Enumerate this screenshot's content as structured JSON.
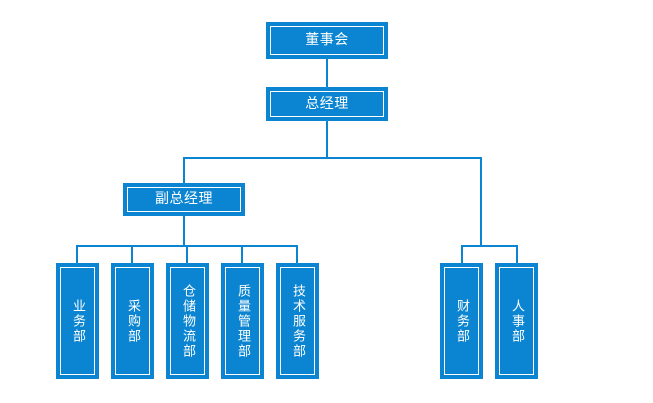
{
  "chart_data": {
    "type": "diagram",
    "diagram_type": "organizational-chart",
    "title": "",
    "accent_color": "#0b85d1",
    "text_color": "#ffffff",
    "background_color": "#ffffff",
    "orientation": "top-down",
    "levels": [
      {
        "level": 1,
        "nodes": [
          "董事会"
        ]
      },
      {
        "level": 2,
        "nodes": [
          "总经理"
        ]
      },
      {
        "level": 3,
        "nodes": [
          "副总经理"
        ]
      },
      {
        "level": 4,
        "nodes": [
          "业务部",
          "采购部",
          "仓储物流部",
          "质量管理部",
          "技术服务部",
          "财务部",
          "人事部"
        ]
      }
    ],
    "edges": [
      {
        "from": "董事会",
        "to": "总经理"
      },
      {
        "from": "总经理",
        "to": "副总经理"
      },
      {
        "from": "副总经理",
        "to": "业务部"
      },
      {
        "from": "副总经理",
        "to": "采购部"
      },
      {
        "from": "副总经理",
        "to": "仓储物流部"
      },
      {
        "from": "副总经理",
        "to": "质量管理部"
      },
      {
        "from": "副总经理",
        "to": "技术服务部"
      },
      {
        "from": "总经理",
        "to": "财务部"
      },
      {
        "from": "总经理",
        "to": "人事部"
      }
    ]
  },
  "nodes": {
    "board": {
      "label": "董事会"
    },
    "general_manager": {
      "label": "总经理"
    },
    "deputy_general_manager": {
      "label": "副总经理"
    },
    "business": {
      "label": "业务部"
    },
    "purchasing": {
      "label": "采购部"
    },
    "warehouse_logistics": {
      "label": "仓储物流部"
    },
    "quality_management": {
      "label": "质量管理部"
    },
    "technical_service": {
      "label": "技术服务部"
    },
    "finance": {
      "label": "财务部"
    },
    "human_resources": {
      "label": "人事部"
    }
  }
}
